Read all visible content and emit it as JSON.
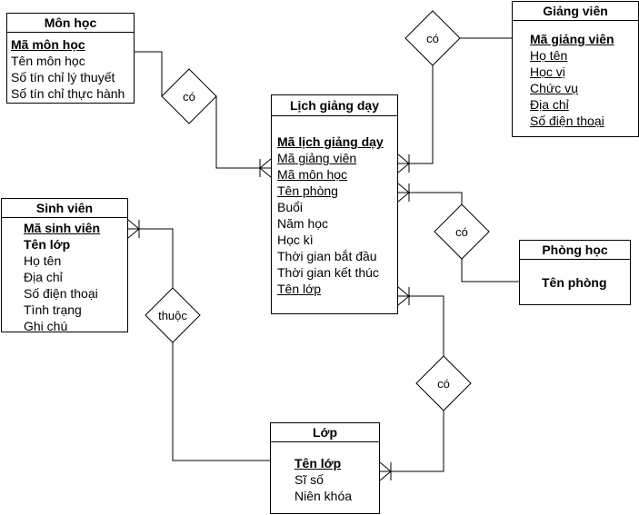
{
  "entities": {
    "mon_hoc": {
      "title": "Môn học",
      "attrs": [
        "Mã môn học",
        "Tên môn học",
        "Số tín chỉ lý thuyết",
        "Số tín chỉ thực hành"
      ]
    },
    "giang_vien": {
      "title": "Giảng viên",
      "attrs": [
        "Mã giảng viên",
        "Họ tên",
        "Học vị",
        "Chức vụ",
        "Địa chỉ",
        "Số điện thoại"
      ]
    },
    "lich_giang_day": {
      "title": "Lịch giảng dạy",
      "attrs": [
        "Mã lịch giảng dạy",
        "Mã giảng viên",
        "Mã môn học",
        "Tên phòng",
        "Buổi",
        "Năm học",
        "Học kì",
        "Thời gian bắt đầu",
        "Thời gian kết thúc",
        "Tên lớp"
      ]
    },
    "sinh_vien": {
      "title": "Sinh viên",
      "attrs": [
        "Mã sinh viên",
        "Tên lớp",
        "Họ tên",
        "Địa chỉ",
        "Số điện thoại",
        "Tình trạng",
        "Ghi chú"
      ]
    },
    "phong_hoc": {
      "title": "Phòng học",
      "attrs": [
        "Tên phòng"
      ]
    },
    "lop": {
      "title": "Lớp",
      "attrs": [
        "Tên lớp",
        "Sĩ số",
        "Niên khóa"
      ]
    }
  },
  "relationships": {
    "mon_hoc_lich": "có",
    "giang_vien_lich": "có",
    "phong_lich": "có",
    "lop_lich": "có",
    "sinh_vien_lop": "thuộc"
  }
}
